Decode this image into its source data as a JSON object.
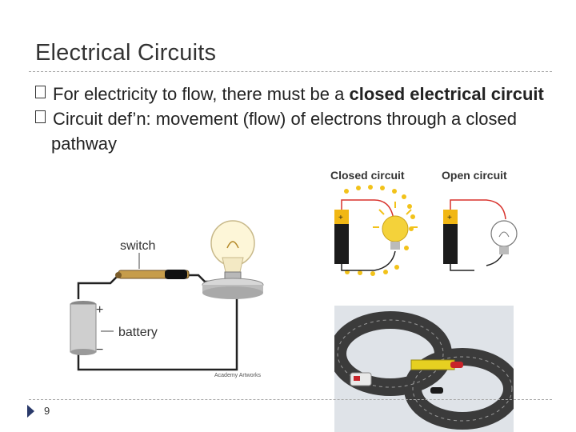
{
  "slide": {
    "title": "Electrical Circuits",
    "bullets": [
      {
        "marker": "�",
        "parts": [
          {
            "text": "For electricity to flow, there must be a ",
            "bold": false
          },
          {
            "text": "closed electrical circuit",
            "bold": true
          }
        ]
      },
      {
        "marker": "�",
        "parts": [
          {
            "text": "Circuit def’n: movement (flow) of electrons through a closed pathway",
            "bold": false
          }
        ]
      }
    ],
    "page_number": "9"
  },
  "circuit_figure": {
    "switch_label": "switch",
    "battery_label": "battery",
    "plus_sign": "+",
    "minus_sign": "−",
    "credit": "Academy Artworks"
  },
  "closed_open_figure": {
    "closed_label": "Closed circuit",
    "open_label": "Open circuit",
    "cell_plus": "+"
  },
  "colors": {
    "wire": "#222222",
    "red_wire": "#d8322c",
    "battery_top": "#f1b714",
    "bulb_glow": "#f4d23a",
    "track": "#3b3b3b",
    "bridge": "#e6d021"
  }
}
